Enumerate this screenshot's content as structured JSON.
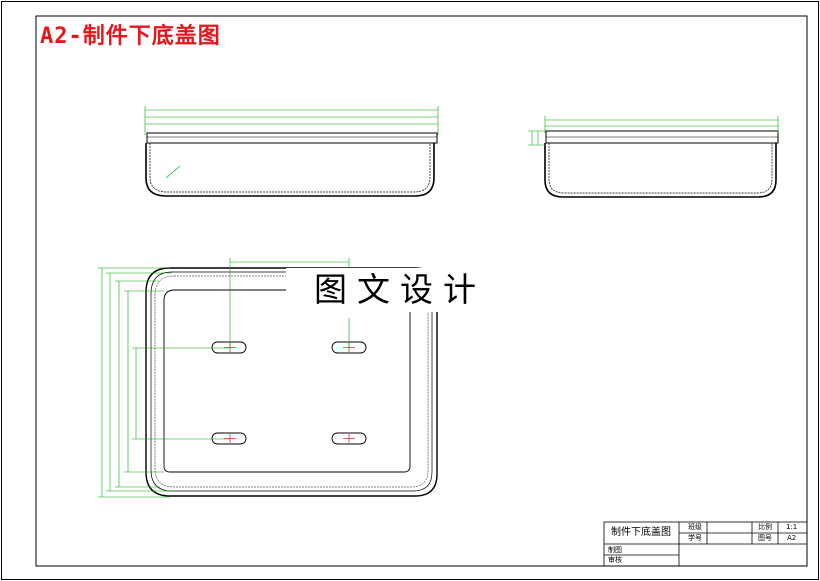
{
  "drawing": {
    "title": "A2-制件下底盖图",
    "watermark": "图文设计"
  },
  "title_block": {
    "part_name": "制件下底盖图",
    "class_label": "班级",
    "student_no_label": "学号",
    "scale_label": "比例",
    "scale_value": "1:1",
    "drawing_no_label": "图号",
    "drawing_no_value": "A2",
    "drawn_by_label": "制图",
    "checked_by_label": "审核"
  },
  "colors": {
    "outline": "#000000",
    "dimension": "#00aa00",
    "centerline": "#e8151b",
    "title": "#e8151b"
  }
}
